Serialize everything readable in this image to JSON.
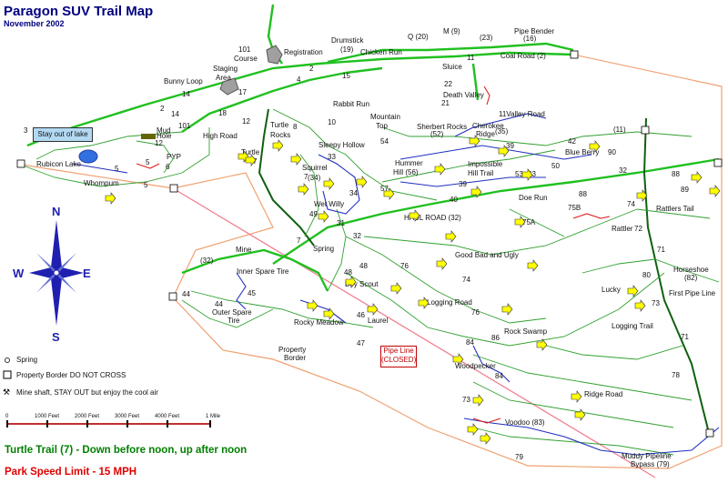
{
  "header": {
    "title": "Paragon SUV Trail Map",
    "subtitle": "November 2002"
  },
  "compass": {
    "n": "N",
    "s": "S",
    "e": "E",
    "w": "W"
  },
  "legend": {
    "spring": "Spring",
    "border": "Property Border DO NOT CROSS",
    "mine": "Mine shaft, STAY OUT but enjoy the cool air"
  },
  "scale": {
    "ticks": [
      "0",
      "1000 Feet",
      "2000 Feet",
      "3000 Feet",
      "4000 Feet",
      "1 Mile"
    ]
  },
  "notes": {
    "turtle_trail": "Turtle Trail (7) - Down before noon, up after noon",
    "speed_limit": "Park Speed Limit - 15 MPH"
  },
  "boxes": {
    "lake": "Stay out of lake",
    "pipe_line_1": "Pipe Line",
    "pipe_line_2": "(CLOSED)"
  },
  "labels": [
    {
      "id": "registration",
      "text": "Registration",
      "color": "#800080"
    },
    {
      "id": "staging1",
      "text": "Staging",
      "color": "#800080"
    },
    {
      "id": "staging2",
      "text": "Area",
      "color": "#800080"
    },
    {
      "id": "course101a",
      "text": "101",
      "color": "#111"
    },
    {
      "id": "course101b",
      "text": "Course",
      "color": "#111"
    },
    {
      "id": "drumstick",
      "text": "Drumstick",
      "color": "#111"
    },
    {
      "id": "drumstick19",
      "text": "(19)",
      "color": "#111"
    },
    {
      "id": "chickenrun",
      "text": "Chicken Run",
      "color": "#111"
    },
    {
      "id": "q20",
      "text": "Q (20)",
      "color": "#111"
    },
    {
      "id": "m9",
      "text": "M (9)",
      "color": "#111"
    },
    {
      "id": "n23",
      "text": "(23)",
      "color": "#111"
    },
    {
      "id": "pipebender",
      "text": "Pipe Bender",
      "color": "#111"
    },
    {
      "id": "pipebender16",
      "text": "(16)",
      "color": "#111"
    },
    {
      "id": "coalroad",
      "text": "Coal Road (2)",
      "color": "#111"
    },
    {
      "id": "bunnyloop",
      "text": "Bunny Loop",
      "color": "#111"
    },
    {
      "id": "sluice",
      "text": "Sluice",
      "color": "#111"
    },
    {
      "id": "deathvalley",
      "text": "Death Valley",
      "color": "#111"
    },
    {
      "id": "valleyroad",
      "text": "11Valley Road",
      "color": "#111"
    },
    {
      "id": "rabbitrun",
      "text": "Rabbit Run",
      "color": "#111"
    },
    {
      "id": "highroad",
      "text": "High Road",
      "color": "#111"
    },
    {
      "id": "turtlerocks1",
      "text": "Turtle",
      "color": "#111"
    },
    {
      "id": "turtlerocks2",
      "text": "Rocks",
      "color": "#111"
    },
    {
      "id": "turtle",
      "text": "Turtle",
      "color": "#111"
    },
    {
      "id": "mountaintop1",
      "text": "Mountain",
      "color": "#111"
    },
    {
      "id": "mountaintop2",
      "text": "Top",
      "color": "#111"
    },
    {
      "id": "sherbertrocks",
      "text": "Sherbert Rocks",
      "color": "#111"
    },
    {
      "id": "sherbert52",
      "text": "(52)",
      "color": "#111"
    },
    {
      "id": "cherokee1",
      "text": "Cherokee",
      "color": "#111"
    },
    {
      "id": "cherokee2",
      "text": "Ridge",
      "color": "#111"
    },
    {
      "id": "cherokee35",
      "text": "(35)",
      "color": "#111"
    },
    {
      "id": "sleepyhollow",
      "text": "Sleepy Hollow",
      "color": "#111"
    },
    {
      "id": "hummerhill1",
      "text": "Hummer",
      "color": "#111"
    },
    {
      "id": "hummerhill2",
      "text": "Hill (56)",
      "color": "#111"
    },
    {
      "id": "impossible1",
      "text": "Impossible",
      "color": "#111"
    },
    {
      "id": "impossible2",
      "text": "Hill Trail",
      "color": "#111"
    },
    {
      "id": "blueberry",
      "text": "Blue Berry",
      "color": "#111"
    },
    {
      "id": "rubiconlake",
      "text": "Rubicon Lake",
      "color": "#111"
    },
    {
      "id": "pyp",
      "text": "PYP",
      "color": "#111"
    },
    {
      "id": "whompum",
      "text": "Whompum",
      "color": "#111"
    },
    {
      "id": "squirrel",
      "text": "Squirrel",
      "color": "#111"
    },
    {
      "id": "squirrel34",
      "text": "(34)",
      "color": "#111"
    },
    {
      "id": "wetwilly",
      "text": "Wet Willy",
      "color": "#111"
    },
    {
      "id": "doerun",
      "text": "Doe Run",
      "color": "#111"
    },
    {
      "id": "haulroad",
      "text": "HAUL ROAD (32)",
      "color": "#111"
    },
    {
      "id": "rattlerstail",
      "text": "Rattlers Tail",
      "color": "#111"
    },
    {
      "id": "rattler",
      "text": "Rattler",
      "color": "#111"
    },
    {
      "id": "goodbadugly",
      "text": "Good Bad and Ugly",
      "color": "#111"
    },
    {
      "id": "mine",
      "text": "Mine",
      "color": "#111"
    },
    {
      "id": "spring",
      "text": "Spring",
      "color": "#0000cc"
    },
    {
      "id": "innerspare",
      "text": "Inner Spare Tire",
      "color": "#111"
    },
    {
      "id": "outerspare1",
      "text": "Outer Spare",
      "color": "#111"
    },
    {
      "id": "outerspare2",
      "text": "Tire",
      "color": "#111"
    },
    {
      "id": "boyscout",
      "text": "Boy Scout",
      "color": "#111"
    },
    {
      "id": "loggingroad",
      "text": "Logging Road",
      "color": "#111"
    },
    {
      "id": "rockymeadow",
      "text": "Rocky Meadow",
      "color": "#111"
    },
    {
      "id": "laurel",
      "text": "Laurel",
      "color": "#111"
    },
    {
      "id": "horseshoe",
      "text": "Horseshoe",
      "color": "#111"
    },
    {
      "id": "horseshoe82",
      "text": "(82)",
      "color": "#111"
    },
    {
      "id": "lucky",
      "text": "Lucky",
      "color": "#111"
    },
    {
      "id": "firstpipeline",
      "text": "First Pipe Line",
      "color": "#111"
    },
    {
      "id": "loggingtrail",
      "text": "Logging Trail",
      "color": "#111"
    },
    {
      "id": "rockswamp",
      "text": "Rock Swamp",
      "color": "#111"
    },
    {
      "id": "woodpecker",
      "text": "Woodpecker",
      "color": "#111"
    },
    {
      "id": "ridgeroad",
      "text": "Ridge Road",
      "color": "#111"
    },
    {
      "id": "voodoo",
      "text": "Voodoo (83)",
      "color": "#111"
    },
    {
      "id": "muddy1",
      "text": "Muddy Pipeline",
      "color": "#111"
    },
    {
      "id": "muddy2",
      "text": "Bypass (79)",
      "color": "#111"
    },
    {
      "id": "propborder1",
      "text": "Property",
      "color": "#e07030"
    },
    {
      "id": "propborder2",
      "text": "Border",
      "color": "#e07030"
    },
    {
      "id": "mud",
      "text": "Mud",
      "color": "#111"
    },
    {
      "id": "hole",
      "text": "Hole",
      "color": "#111"
    }
  ],
  "trail_numbers": [
    "2",
    "4",
    "14",
    "14",
    "2",
    "17",
    "15",
    "11",
    "3",
    "3",
    "12",
    "7",
    "101",
    "18",
    "12",
    "8",
    "10",
    "33",
    "34",
    "49",
    "31",
    "7",
    "7",
    "5",
    "5",
    "5",
    "6",
    "22",
    "21",
    "40",
    "39",
    "39",
    "50",
    "53",
    "43",
    "42",
    "90",
    "32",
    "88",
    "89",
    "88",
    "74",
    "75A",
    "75B",
    "72",
    "71",
    "80",
    "73",
    "71",
    "78",
    "76",
    "76",
    "74",
    "54",
    "57",
    "32",
    "48",
    "48",
    "46",
    "47",
    "45",
    "44",
    "44",
    "84",
    "86",
    "84",
    "73",
    "79",
    "(11)",
    "(32)"
  ]
}
